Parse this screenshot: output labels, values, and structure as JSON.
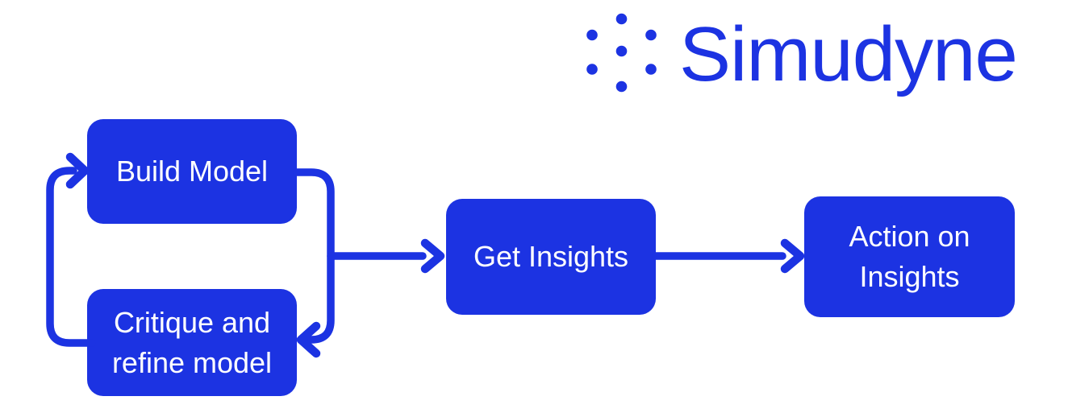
{
  "logo": {
    "brand": "Simudyne",
    "icon": "seven-dots-hexagon-icon",
    "color": "#1c33e2"
  },
  "diagram": {
    "background": "#ffffff",
    "node_fill": "#1c33e2",
    "node_text_color": "#ffffff",
    "arrow_color": "#1c33e2",
    "nodes": [
      {
        "id": "build-model",
        "label": "Build Model"
      },
      {
        "id": "critique-refine-model",
        "label": "Critique and refine model"
      },
      {
        "id": "get-insights",
        "label": "Get Insights"
      },
      {
        "id": "action-on-insights",
        "label": "Action on Insights"
      }
    ],
    "edges": [
      {
        "from": "critique-refine-model",
        "to": "build-model",
        "style": "elbow-loop-left"
      },
      {
        "from": "build-model",
        "to": "critique-refine-model",
        "style": "elbow-loop-right"
      },
      {
        "from": "build-critique-loop",
        "to": "get-insights",
        "style": "straight-right"
      },
      {
        "from": "get-insights",
        "to": "action-on-insights",
        "style": "straight-right"
      }
    ]
  }
}
